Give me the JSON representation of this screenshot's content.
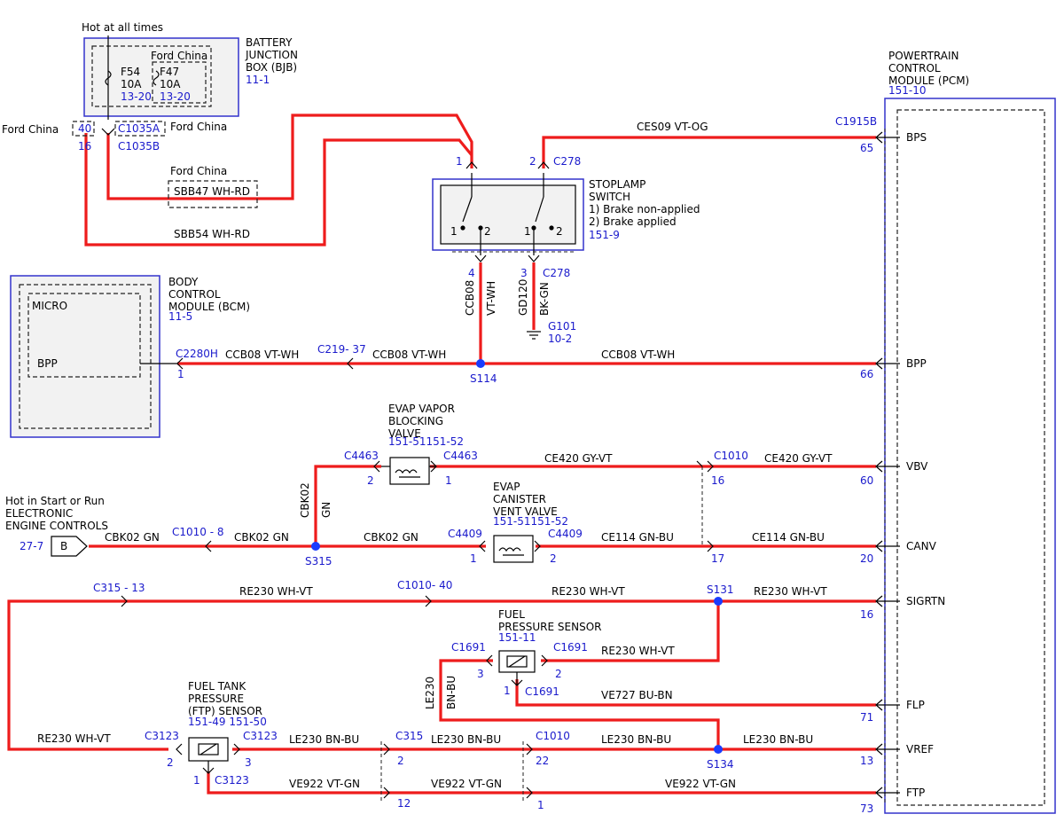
{
  "labels": {
    "hot_all_times": "Hot at all times",
    "bjb_title": [
      "BATTERY",
      "JUNCTION",
      "BOX (BJB)"
    ],
    "bjb_ref": "11-1",
    "ford_china": "Ford China",
    "fuse1_name": "F54",
    "fuse1_amp": "10A",
    "fuse1_ref": "13-20",
    "fuse2_name": "F47",
    "fuse2_amp": "10A",
    "fuse2_ref": "13-20",
    "pin40": "40",
    "pin16": "16",
    "c1035a": "C1035A",
    "c1035b": "C1035B",
    "sbb47": "SBB47   WH-RD",
    "sbb54": "SBB54   WH-RD",
    "stoplamp_title": [
      "STOPLAMP",
      "SWITCH",
      "1) Brake non-applied",
      "2) Brake applied"
    ],
    "stoplamp_ref": "151-9",
    "ces09": "CES09    VT-OG",
    "c1915b": "C1915B",
    "pin65": "65",
    "pcm_title": [
      "POWERTRAIN",
      "CONTROL",
      "MODULE (PCM)"
    ],
    "pcm_ref": "151-10",
    "pin_bps": "BPS",
    "pin_bpp": "BPP",
    "pin_vbv": "VBV",
    "pin_canv": "CANV",
    "pin_sigrtn": "SIGRTN",
    "pin_flp": "FLP",
    "pin_vref": "VREF",
    "pin_ftp": "FTP",
    "c278": "C278",
    "num1": "1",
    "num2": "2",
    "num3": "3",
    "num4": "4",
    "ccb08_v": "CCB08",
    "vtwh_v": "VT-WH",
    "gd120_v": "GD120",
    "bkgn_v": "BK-GN",
    "g101": "G101",
    "g101_ref": "10-2",
    "bcm_title": [
      "BODY",
      "CONTROL",
      "MODULE (BCM)"
    ],
    "bcm_ref": "11-5",
    "micro": "MICRO",
    "bpp": "BPP",
    "c2280h": "C2280H",
    "ccb08_wire": "CCB08   VT-WH",
    "c219": "C219- 37",
    "s114": "S114",
    "pin66": "66",
    "evap_vb_title": [
      "EVAP VAPOR",
      "BLOCKING",
      "VALVE"
    ],
    "evap_vb_ref": "151-51151-52",
    "c4463": "C4463",
    "ce420": "CE420   GY-VT",
    "c1010": "C1010",
    "pin16b": "16",
    "pin60": "60",
    "cbk02_v": "CBK02",
    "gn_v": "GN",
    "evap_cv_title": [
      "EVAP",
      "CANISTER",
      "VENT VALVE"
    ],
    "evap_cv_ref": "151-51151-52",
    "hot_start_run": "Hot in Start or Run",
    "eec": [
      "ELECTRONIC",
      "ENGINE CONTROLS"
    ],
    "ref_27_7": "27-7",
    "conn_b": "B",
    "cbk02_gn": "CBK02   GN",
    "c1010_8": "C1010 - 8",
    "s315": "S315",
    "c4409": "C4409",
    "ce114": "CE114   GN-BU",
    "pin17": "17",
    "pin20": "20",
    "c315_13": "C315 - 13",
    "re230": "RE230   WH-VT",
    "c1010_40": "C1010- 40",
    "s131": "S131",
    "pin16c": "16",
    "fps_title": [
      "FUEL",
      "PRESSURE SENSOR"
    ],
    "fps_ref": "151-11",
    "c1691": "C1691",
    "le230_v": "LE230",
    "bnbu_v": "BN-BU",
    "ve727": "VE727   BU-BN",
    "pin71": "71",
    "ftp_title": [
      "FUEL TANK",
      "PRESSURE",
      "(FTP) SENSOR"
    ],
    "ftp_ref": "151-49 151-50",
    "c3123": "C3123",
    "le230": "LE230   BN-BU",
    "c315": "C315",
    "pin22": "22",
    "s134": "S134",
    "pin13": "13",
    "ve922": "VE922   VT-GN",
    "pin12": "12",
    "pin73": "73"
  },
  "colors": {
    "wire": "#ee1c1c",
    "module_border": "#3333cc",
    "ref_text": "#1a1acc",
    "splice": "#1a3cff"
  }
}
